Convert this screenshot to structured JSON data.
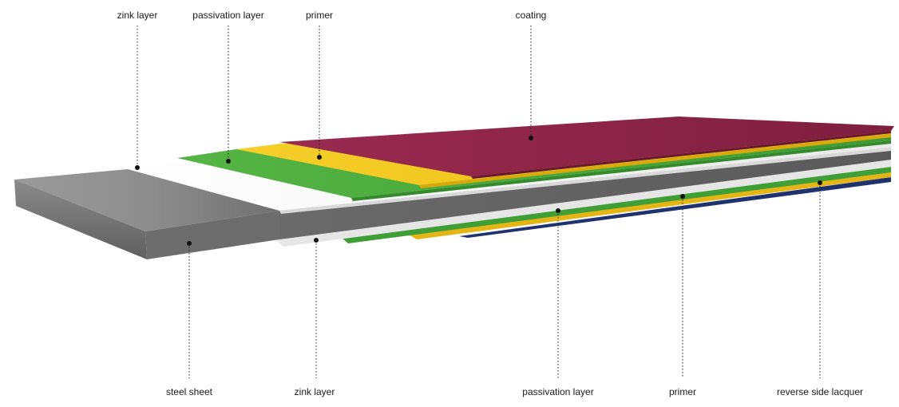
{
  "labels": {
    "top": {
      "zink_layer": "zink layer",
      "passivation_layer": "passivation layer",
      "primer": "primer",
      "coating": "coating"
    },
    "bottom": {
      "steel_sheet": "steel sheet",
      "zink_layer": "zink layer",
      "passivation_layer": "passivation layer",
      "primer": "primer",
      "reverse_side_lacquer": "reverse side lacquer"
    }
  },
  "colors": {
    "steel": "#7a7a7a",
    "zinc": "#f4f4f4",
    "passivation": "#4fae3f",
    "primer": "#f2c619",
    "coating": "#8e2447",
    "reverse_lacquer": "#1f3270"
  }
}
